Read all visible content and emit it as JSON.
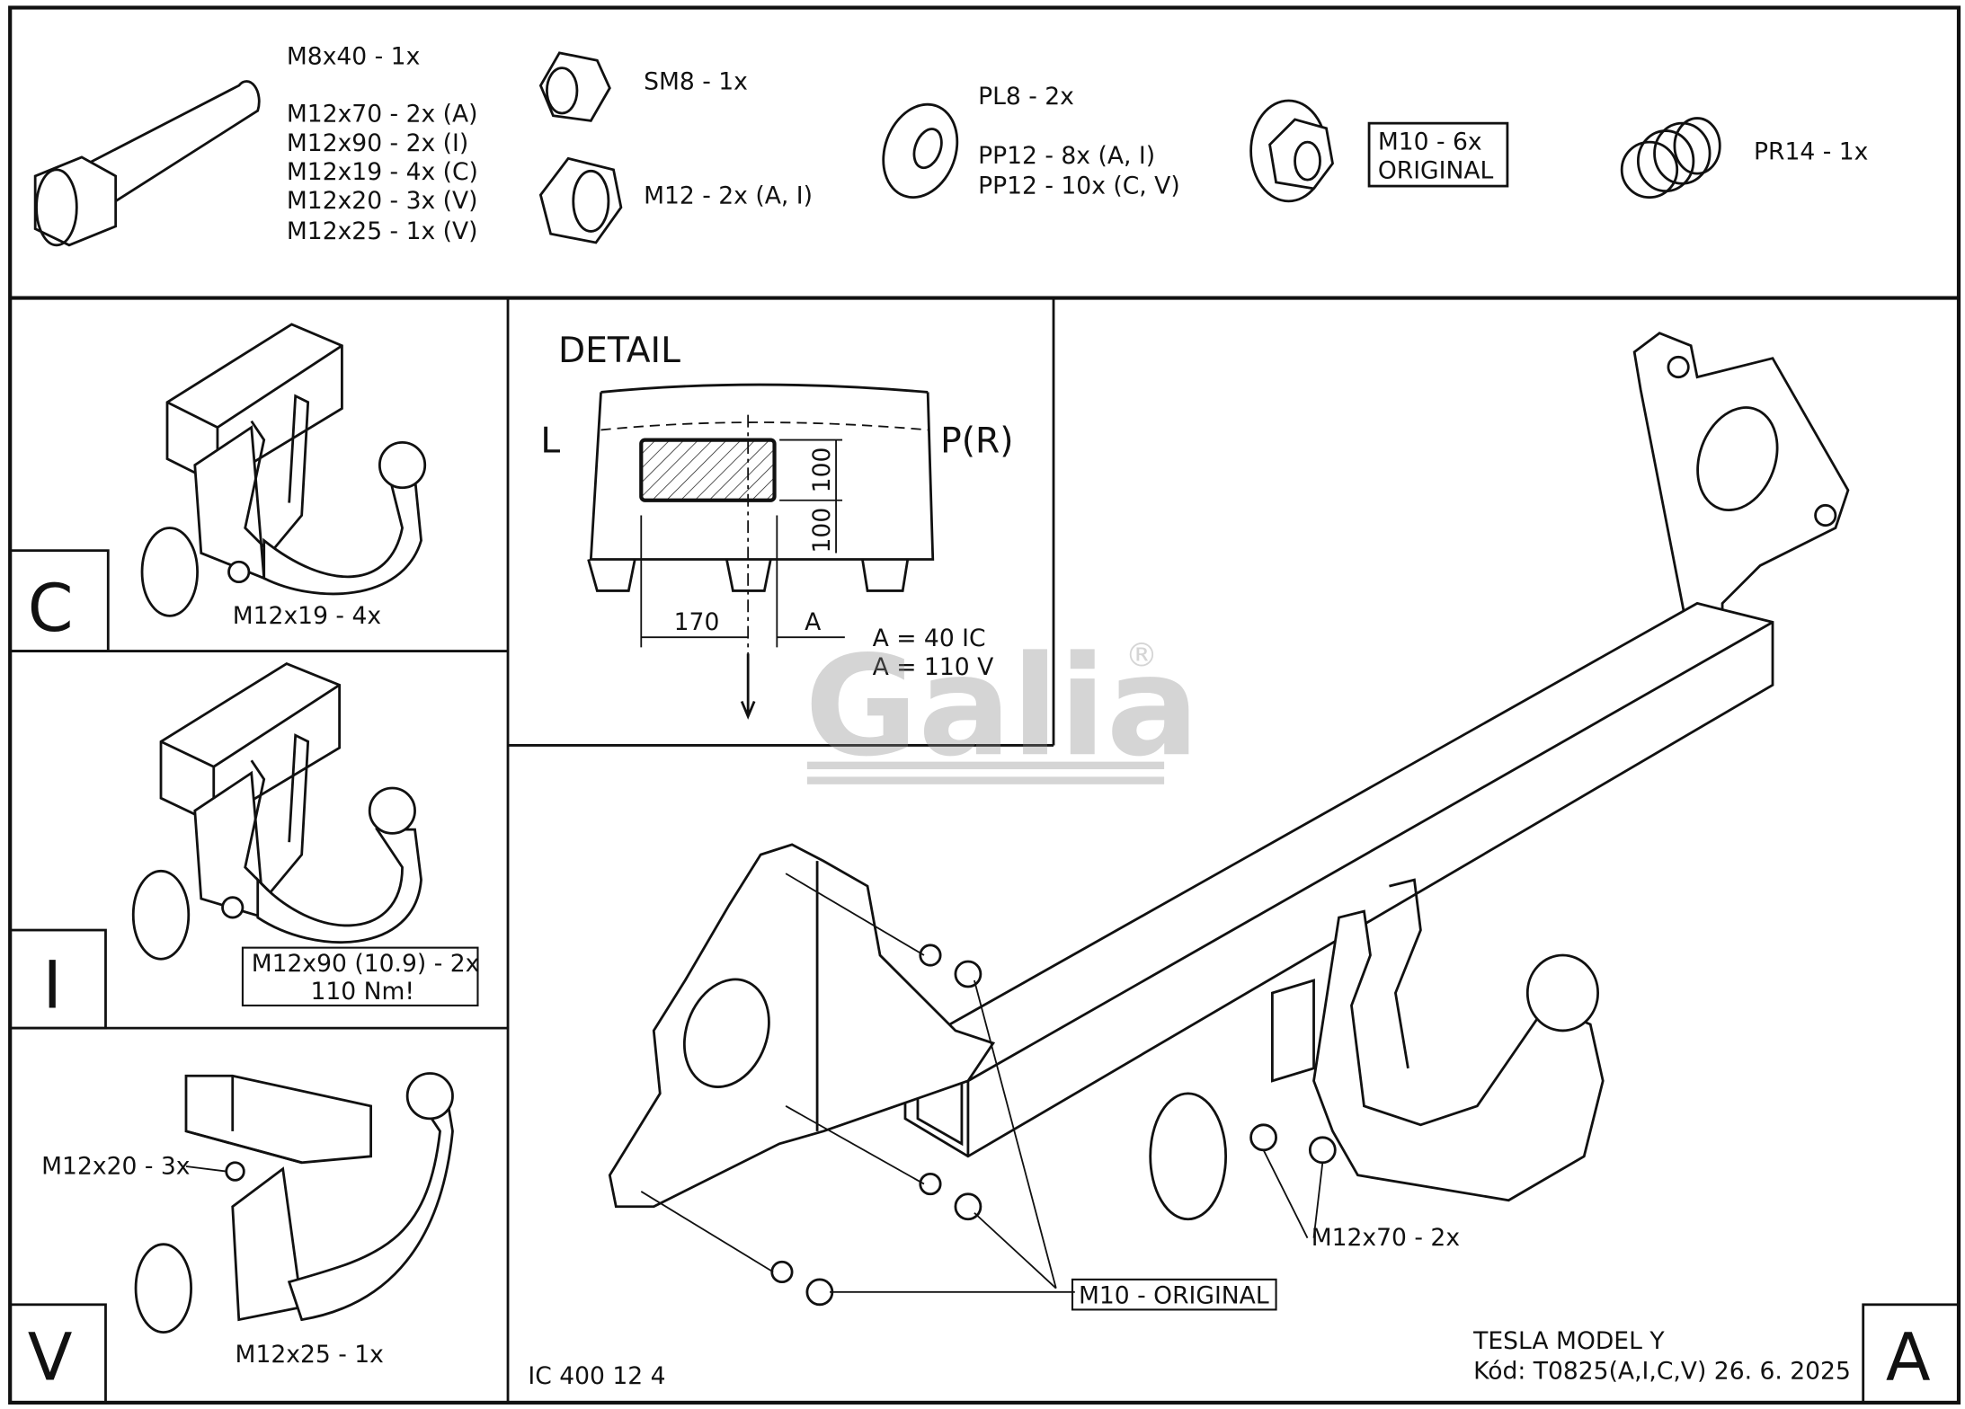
{
  "parts": {
    "bolt": [
      "M8x40 - 1x",
      "M12x70 - 2x (A)",
      "M12x90 - 2x (I)",
      "M12x19 - 4x (C)",
      "M12x20 - 3x (V)",
      "M12x25 - 1x (V)"
    ],
    "nut_sm8": "SM8 - 1x",
    "nut_m12": "M12 - 2x (A, I)",
    "washer": [
      "PL8 - 2x",
      "PP12 - 8x (A, I)",
      "PP12 - 10x (C, V)"
    ],
    "flange_nut": [
      "M10 - 6x",
      "ORIGINAL"
    ],
    "spring": "PR14 - 1x"
  },
  "variants": {
    "c": {
      "letter": "C",
      "label": "M12x19 - 4x"
    },
    "i": {
      "letter": "I",
      "label1": "M12x90 (10.9) - 2x",
      "label2": "110 Nm!"
    },
    "v": {
      "letter": "V",
      "label1": "M12x20 - 3x",
      "label2": "M12x25 - 1x"
    }
  },
  "detail": {
    "title": "DETAIL",
    "left": "L",
    "right": "P(R)",
    "dim_100a": "100",
    "dim_100b": "100",
    "dim_170": "170",
    "dim_a": "A",
    "note1": "A = 40 IC",
    "note2": "A = 110 V"
  },
  "main": {
    "label_m12x70": "M12x70 - 2x",
    "label_m10": "M10 - ORIGINAL",
    "letter": "A"
  },
  "logo": {
    "text": "Galia",
    "mark": "®"
  },
  "footer": {
    "code": "IC 400 12 4",
    "model": "TESLA MODEL Y",
    "kod": "Kód: T0825(A,I,C,V)  26. 6. 2025"
  }
}
